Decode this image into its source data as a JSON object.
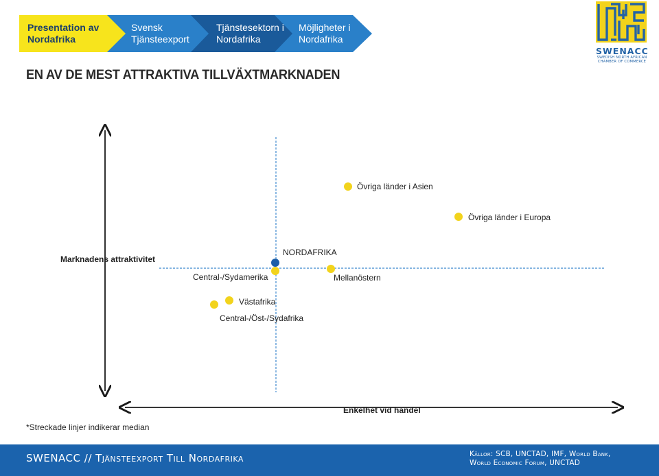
{
  "breadcrumbs": [
    {
      "line1": "Presentation av",
      "line2": "Nordafrika"
    },
    {
      "line1": "Svensk",
      "line2": "Tjänsteexport"
    },
    {
      "line1": "Tjänstesektorn i",
      "line2": "Nordafrika"
    },
    {
      "line1": "Möjligheter i",
      "line2": "Nordafrika"
    }
  ],
  "logo": {
    "name": "SWENACC",
    "sub1": "SWEDISH NORTH AFRICAN",
    "sub2": "CHAMBER OF COMMERCE"
  },
  "page_title": "EN AV DE MEST ATTRAKTIVA TILLVÄXTMARKNADEN",
  "matrix": {
    "y_axis_label": "Marknadens attraktivitet",
    "x_axis_label": "Enkelhet vid handel",
    "points": [
      {
        "label": "Övriga länder i Asien",
        "color": "#f2d31c"
      },
      {
        "label": "Övriga länder i Europa",
        "color": "#f2d31c"
      },
      {
        "label": "NORDAFRIKA",
        "color": "#1c5ea8"
      },
      {
        "label": "Central-/Sydamerika",
        "color": "#f2d31c"
      },
      {
        "label": "Mellanöstern",
        "color": "#f2d31c"
      },
      {
        "label": "Västafrika",
        "color": "#f2d31c"
      },
      {
        "label": "Central-/Öst-/Sydafrika",
        "color": "#f2d31c"
      }
    ],
    "median_line_color": "#5b9bd5"
  },
  "footnote": "*Streckade linjer indikerar median",
  "footer": {
    "left": "SWENACC // Tjänsteexport Till Nordafrika",
    "right1": "Källor: SCB, UNCTAD, IMF, World Bank,",
    "right2": "World Economic Forum, UNCTAD"
  }
}
